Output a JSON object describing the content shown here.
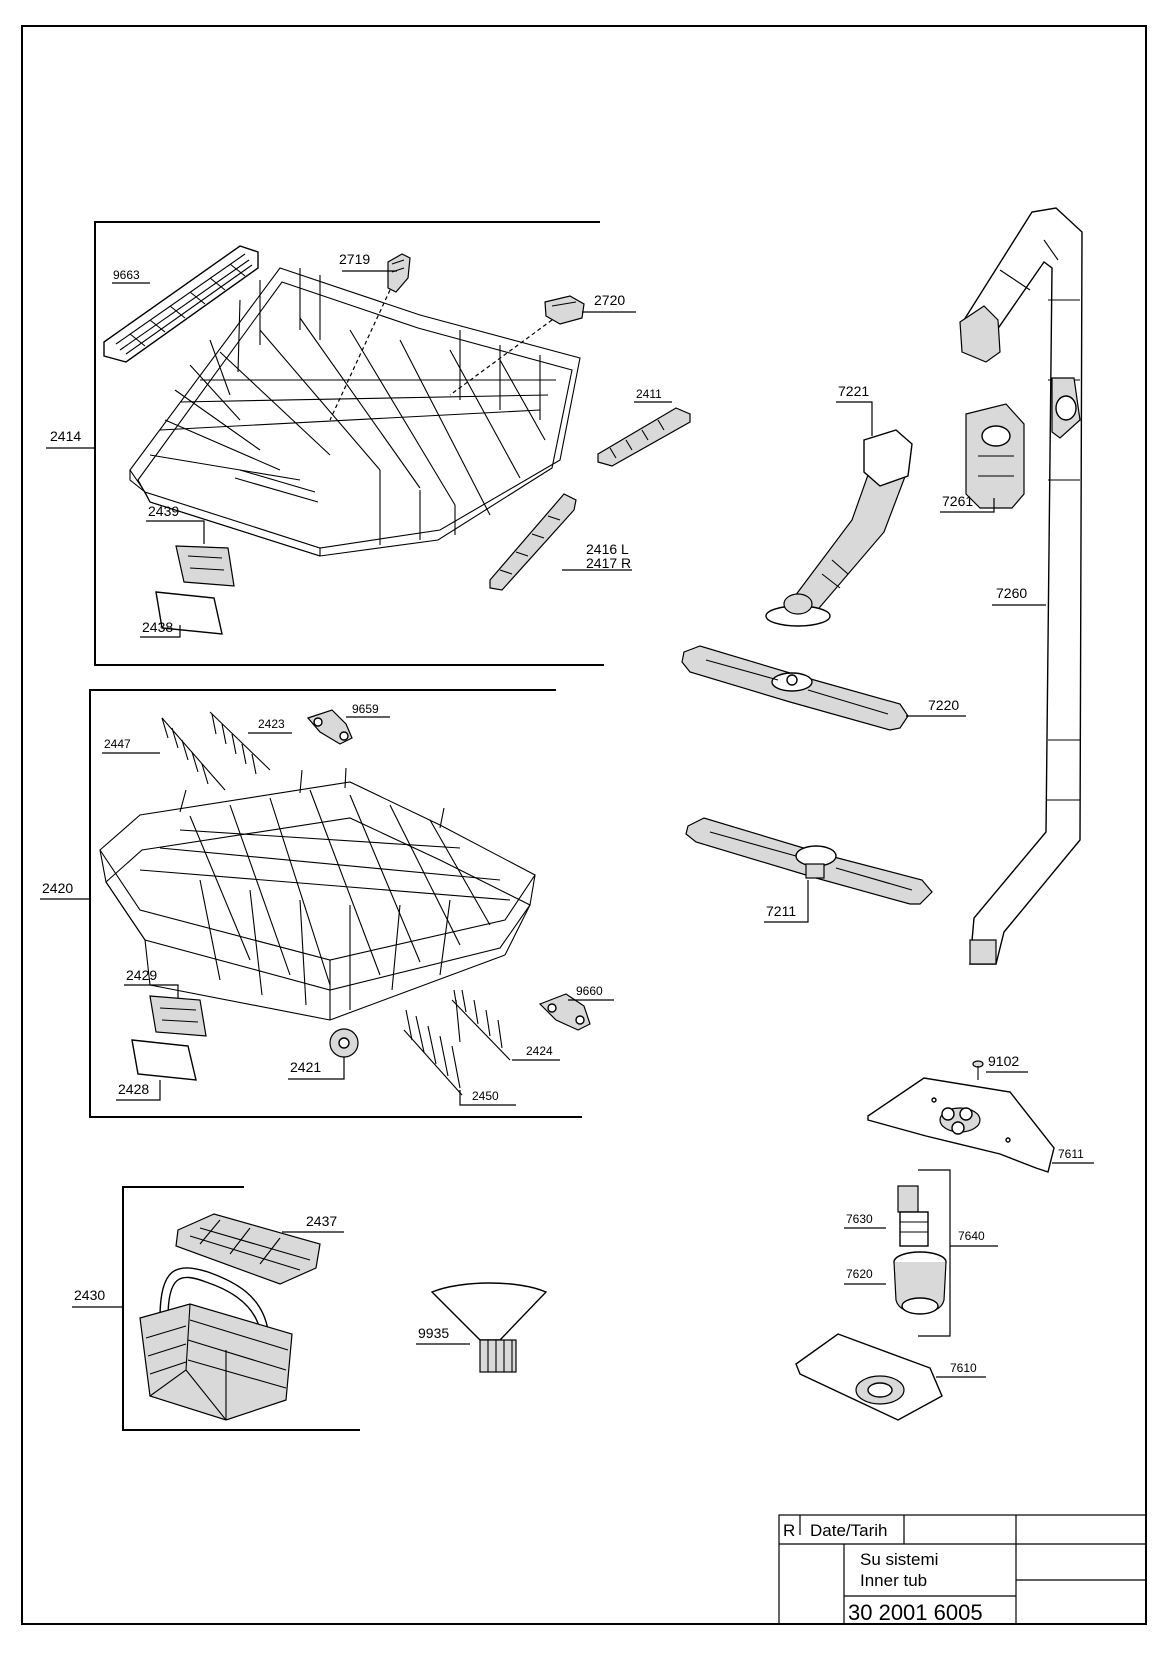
{
  "labels": {
    "p2414": "2414",
    "p9663": "9663",
    "p2719": "2719",
    "p2720": "2720",
    "p2411": "2411",
    "p2439": "2439",
    "p2438": "2438",
    "p2416": "2416 L",
    "p2417": "2417 R",
    "p7221": "7221",
    "p7261": "7261",
    "p7260": "7260",
    "p7220": "7220",
    "p7211": "7211",
    "p2420": "2420",
    "p2447": "2447",
    "p2423": "2423",
    "p9659": "9659",
    "p2429": "2429",
    "p2428": "2428",
    "p2421": "2421",
    "p9660": "9660",
    "p2424": "2424",
    "p2450": "2450",
    "p2430": "2430",
    "p2437": "2437",
    "p9935": "9935",
    "p9102": "9102",
    "p7611": "7611",
    "p7630": "7630",
    "p7640": "7640",
    "p7620": "7620",
    "p7610": "7610"
  },
  "title_block": {
    "rev_label": "R",
    "date_label": "Date/Tarih",
    "title_tr": "Su sistemi",
    "title_en": "Inner tub",
    "drawing_no": "30 2001 6005"
  }
}
